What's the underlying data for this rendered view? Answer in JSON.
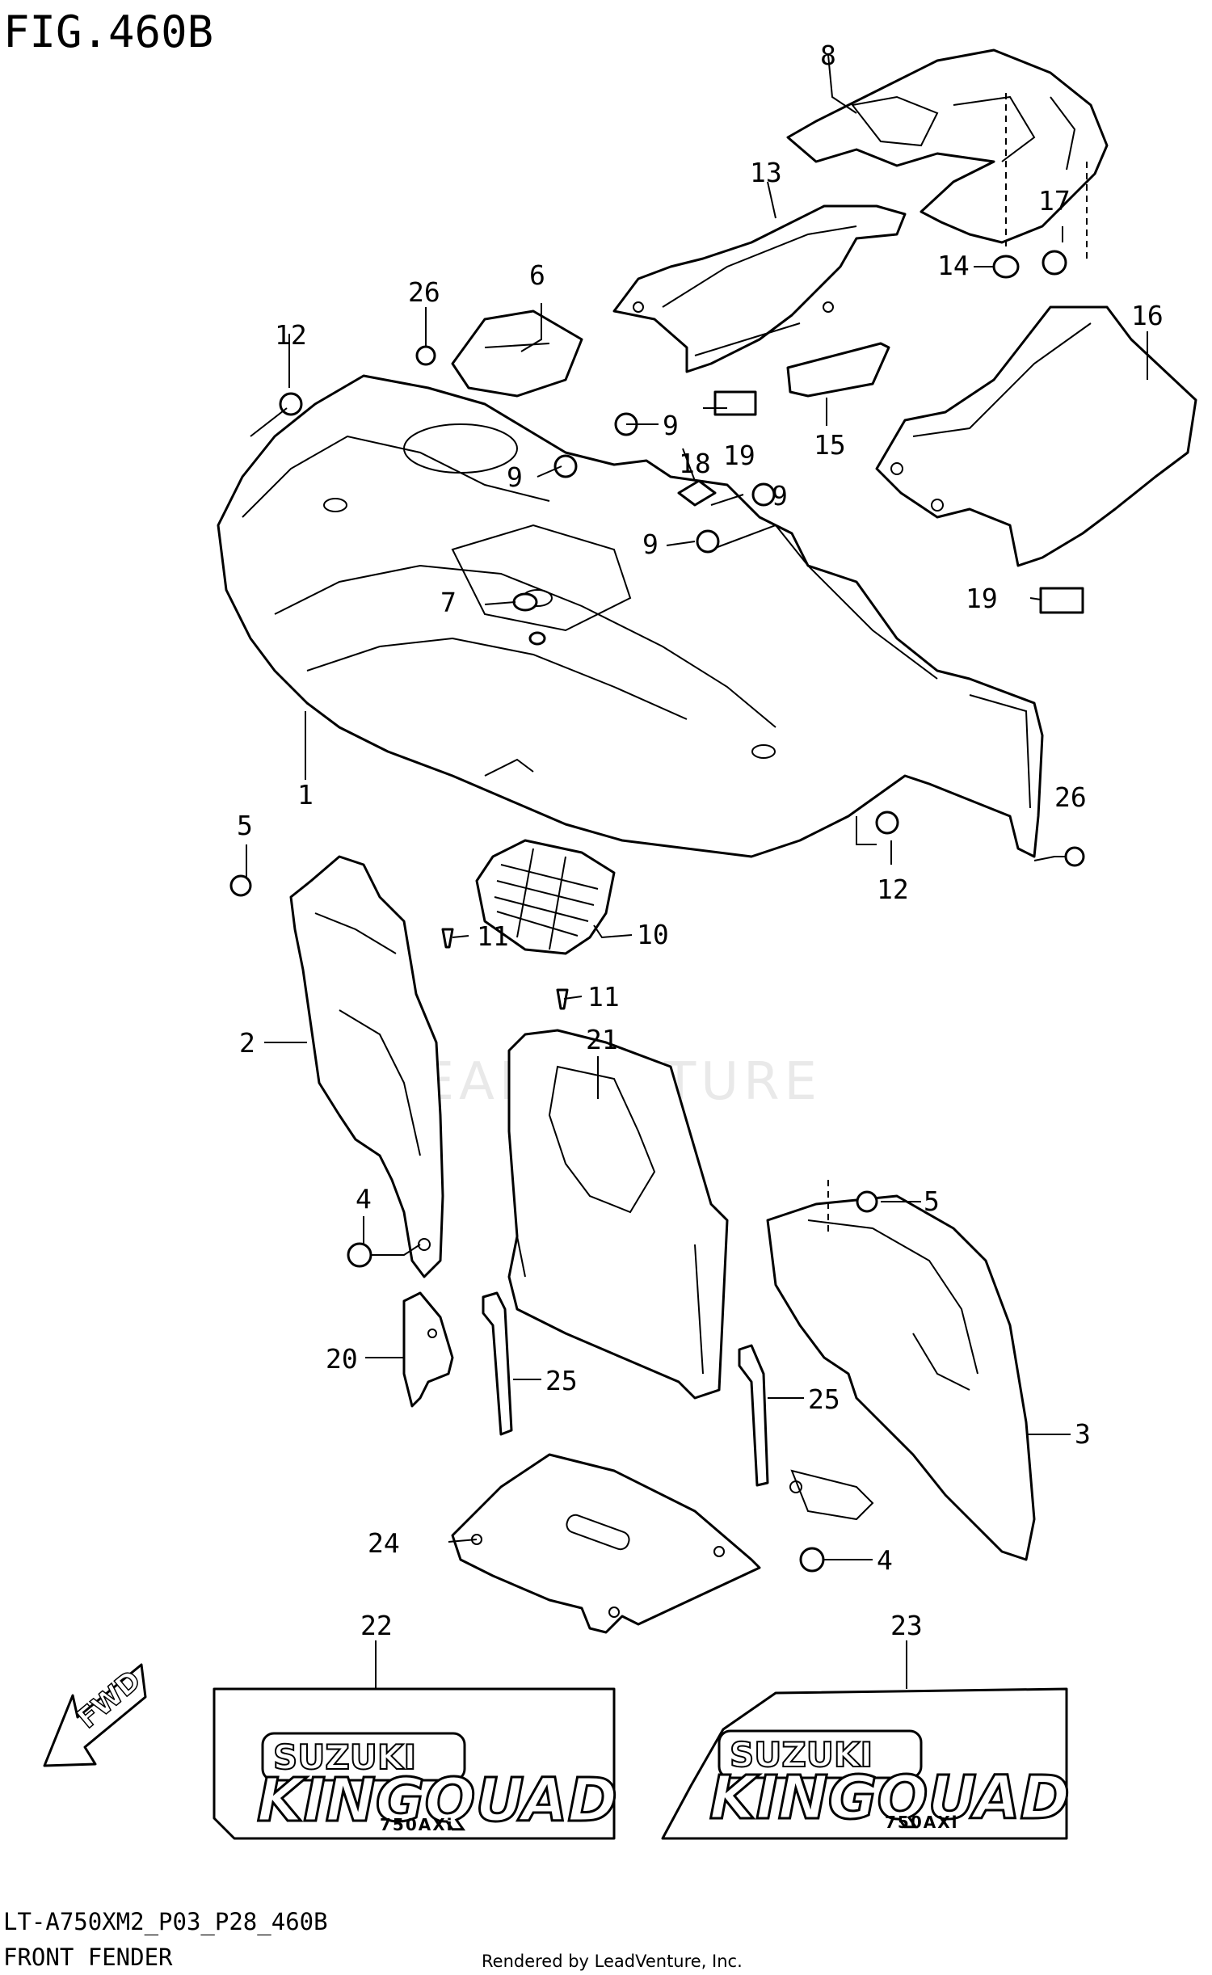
{
  "figure": {
    "title": "FIG.460B",
    "model_code": "LT-A750XM2_P03_P28_460B",
    "section": "FRONT FENDER",
    "credit": "Rendered by LeadVenture, Inc.",
    "watermark": "LEADVENTURE",
    "direction_label": "FWD"
  },
  "decals": {
    "brand": "SUZUKI",
    "model": "KINGQUAD",
    "sub": "750AXi"
  },
  "callouts": {
    "c1": "1",
    "c2": "2",
    "c3": "3",
    "c4a": "4",
    "c4b": "4",
    "c5a": "5",
    "c5b": "5",
    "c6": "6",
    "c7": "7",
    "c8": "8",
    "c9a": "9",
    "c9b": "9",
    "c9c": "9",
    "c9d": "9",
    "c10": "10",
    "c11a": "11",
    "c11b": "11",
    "c12a": "12",
    "c12b": "12",
    "c13": "13",
    "c14": "14",
    "c15": "15",
    "c16": "16",
    "c17": "17",
    "c18": "18",
    "c19a": "19",
    "c19b": "19",
    "c20": "20",
    "c21": "21",
    "c22": "22",
    "c23": "23",
    "c24": "24",
    "c25a": "25",
    "c25b": "25",
    "c26a": "26",
    "c26b": "26"
  }
}
